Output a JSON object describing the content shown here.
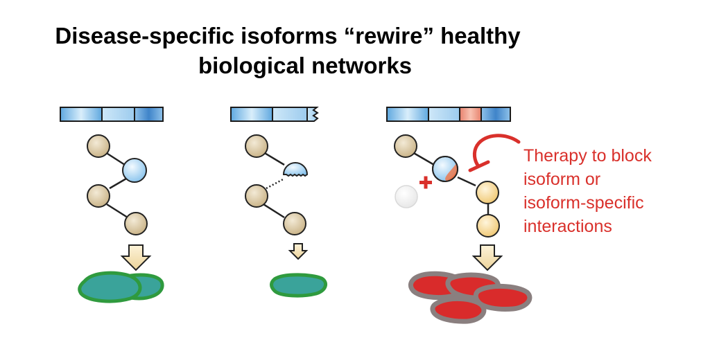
{
  "title": {
    "line1": "Disease-specific isoforms “rewire” healthy",
    "line2": "biological networks"
  },
  "annotation": {
    "lines": [
      "Therapy to block",
      "isoform or",
      "isoform-specific",
      "interactions"
    ]
  },
  "colors": {
    "annotation_red": "#d9302b",
    "exon_blue": "#8cc4ea",
    "node_tan": "#d8c49c",
    "node_blue": "#b6dcf4",
    "node_yellow": "#f6d88e",
    "cell_teal": "#3aa39a",
    "cell_green_outline": "#2f9a3e",
    "cell_red": "#d92b2b",
    "cell_gray_outline": "#8a7f7f"
  },
  "icons": [
    "transcript-bar",
    "protein-node",
    "down-arrow-icon",
    "inhibition-arrow-icon",
    "plus-icon",
    "cell-blob"
  ]
}
